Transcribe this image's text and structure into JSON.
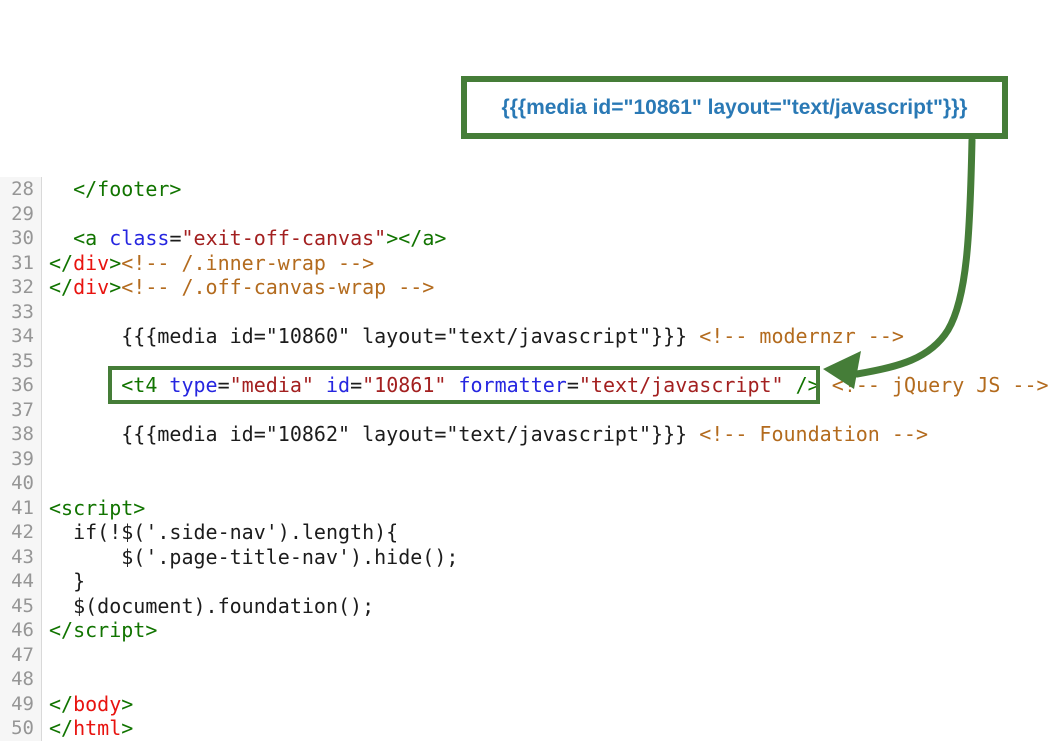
{
  "callout": {
    "text": "{{{media id=\"10861\" layout=\"text/javascript\"}}}"
  },
  "palette": {
    "background": "#ffffff",
    "code_black": "#1c1c1c",
    "tag_green": "#117400",
    "tag_name_red": "#e8130f",
    "attribute_blue": "#2626e0",
    "string_maroon": "#a32020",
    "comment_orange": "#b36b1e",
    "line_number_gray": "#969696",
    "gutter_bg": "#f6f6f6",
    "gutter_border": "#d9d9d9",
    "annotation_green": "#457d38",
    "callout_text_blue": "#2a79b5"
  },
  "editor": {
    "lines": [
      {
        "num": 28,
        "tokens": [
          [
            "  ",
            "plain"
          ],
          [
            "</footer>",
            "tag"
          ]
        ]
      },
      {
        "num": 29,
        "tokens": []
      },
      {
        "num": 30,
        "tokens": [
          [
            "  ",
            "plain"
          ],
          [
            "<a",
            "tag"
          ],
          [
            " ",
            "plain"
          ],
          [
            "class",
            "attr"
          ],
          [
            "=",
            "eq"
          ],
          [
            "\"exit-off-canvas\"",
            "string"
          ],
          [
            "></a>",
            "tag"
          ]
        ]
      },
      {
        "num": 31,
        "tokens": [
          [
            "</",
            "tag"
          ],
          [
            "div",
            "tagname"
          ],
          [
            ">",
            "tag"
          ],
          [
            "<!-- /.inner-wrap -->",
            "comment"
          ]
        ]
      },
      {
        "num": 32,
        "tokens": [
          [
            "</",
            "tag"
          ],
          [
            "div",
            "tagname"
          ],
          [
            ">",
            "tag"
          ],
          [
            "<!-- /.off-canvas-wrap -->",
            "comment"
          ]
        ]
      },
      {
        "num": 33,
        "tokens": []
      },
      {
        "num": 34,
        "tokens": [
          [
            "      {{{media id=\"10860\" layout=\"text/javascript\"}}} ",
            "plain"
          ],
          [
            "<!-- modernzr -->",
            "comment"
          ]
        ]
      },
      {
        "num": 35,
        "tokens": []
      },
      {
        "num": 36,
        "tokens": [
          [
            "      ",
            "plain"
          ],
          [
            "<t4",
            "tag"
          ],
          [
            " ",
            "plain"
          ],
          [
            "type",
            "attr"
          ],
          [
            "=",
            "eq"
          ],
          [
            "\"media\"",
            "string"
          ],
          [
            " ",
            "plain"
          ],
          [
            "id",
            "attr"
          ],
          [
            "=",
            "eq"
          ],
          [
            "\"10861\"",
            "string"
          ],
          [
            " ",
            "plain"
          ],
          [
            "formatter",
            "attr"
          ],
          [
            "=",
            "eq"
          ],
          [
            "\"text/javascript\"",
            "string"
          ],
          [
            " ",
            "plain"
          ],
          [
            "/>",
            "tag"
          ],
          [
            " ",
            "plain"
          ],
          [
            "<!-- jQuery JS -->",
            "comment"
          ]
        ]
      },
      {
        "num": 37,
        "tokens": []
      },
      {
        "num": 38,
        "tokens": [
          [
            "      {{{media id=\"10862\" layout=\"text/javascript\"}}} ",
            "plain"
          ],
          [
            "<!-- Foundation -->",
            "comment"
          ]
        ]
      },
      {
        "num": 39,
        "tokens": []
      },
      {
        "num": 40,
        "tokens": []
      },
      {
        "num": 41,
        "tokens": [
          [
            "<script>",
            "tag"
          ]
        ]
      },
      {
        "num": 42,
        "tokens": [
          [
            "  if(!$('.side-nav').length){",
            "plain"
          ]
        ]
      },
      {
        "num": 43,
        "tokens": [
          [
            "      $('.page-title-nav').hide();",
            "plain"
          ]
        ]
      },
      {
        "num": 44,
        "tokens": [
          [
            "  }",
            "plain"
          ]
        ]
      },
      {
        "num": 45,
        "tokens": [
          [
            "  $(document).foundation();",
            "plain"
          ]
        ]
      },
      {
        "num": 46,
        "tokens": [
          [
            "</script>",
            "tag"
          ]
        ]
      },
      {
        "num": 47,
        "tokens": []
      },
      {
        "num": 48,
        "tokens": []
      },
      {
        "num": 49,
        "tokens": [
          [
            "</",
            "tag"
          ],
          [
            "body",
            "tagname"
          ],
          [
            ">",
            "tag"
          ]
        ]
      },
      {
        "num": 50,
        "tokens": [
          [
            "</",
            "tag"
          ],
          [
            "html",
            "tagname"
          ],
          [
            ">",
            "tag"
          ]
        ]
      }
    ]
  }
}
